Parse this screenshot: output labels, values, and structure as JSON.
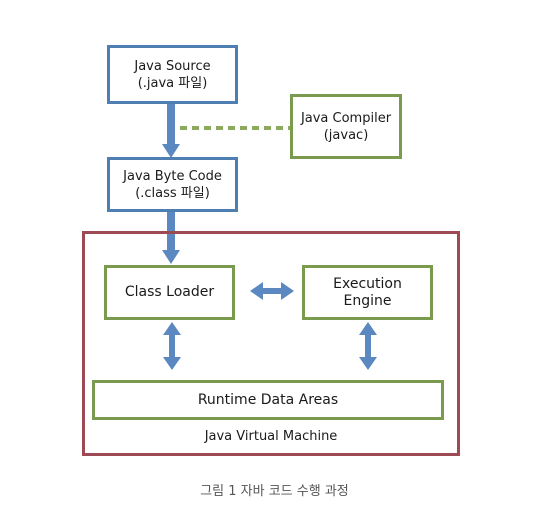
{
  "figure": {
    "caption": "그림 1 자바 코드 수행 과정",
    "colors": {
      "blue_border": "#4f7eb3",
      "green_border": "#7a9a4e",
      "jvm_border": "#9d4a55",
      "arrow": "#5b88c0",
      "dashed_link": "#8aab5c"
    }
  },
  "nodes": {
    "java_source": {
      "line1": "Java Source",
      "line2": "(.java 파일)"
    },
    "java_compiler": {
      "line1": "Java Compiler",
      "line2": "(javac)"
    },
    "java_byte_code": {
      "line1": "Java Byte Code",
      "line2": "(.class 파일)"
    },
    "class_loader": {
      "label": "Class Loader"
    },
    "execution_engine": {
      "line1": "Execution",
      "line2": "Engine"
    },
    "runtime_data_areas": {
      "label": "Runtime Data Areas"
    },
    "jvm": {
      "label": "Java Virtual Machine"
    }
  }
}
